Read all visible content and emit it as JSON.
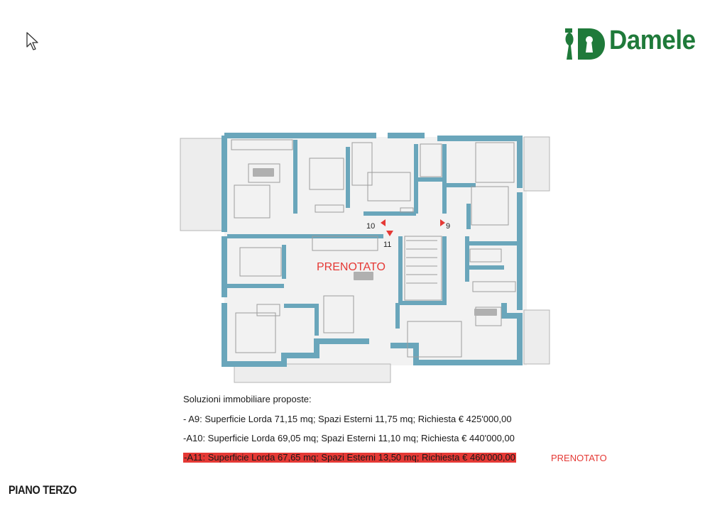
{
  "brand": {
    "name": "Damele",
    "color": "#1f7a3a"
  },
  "floor_title": "PIANO TERZO",
  "plan": {
    "stamp": "PRENOTATO",
    "unit_markers": [
      "10",
      "11",
      "9"
    ],
    "wall_color": "#6aa6bb",
    "marker_color": "#e53935"
  },
  "listing": {
    "heading": "Soluzioni immobiliare proposte:",
    "items": [
      "- A9: Superficie Lorda 71,15 mq; Spazi Esterni 11,75 mq; Richiesta € 425'000,00",
      "-A10: Superficie Lorda 69,05 mq; Spazi Esterni 11,10 mq; Richiesta € 440'000,00",
      "-A11: Superficie Lorda 67,65 mq; Spazi Esterni 13,50 mq; Richiesta € 460'000,00"
    ],
    "reserved_label": "PRENOTATO",
    "highlight_color": "#e53935"
  }
}
